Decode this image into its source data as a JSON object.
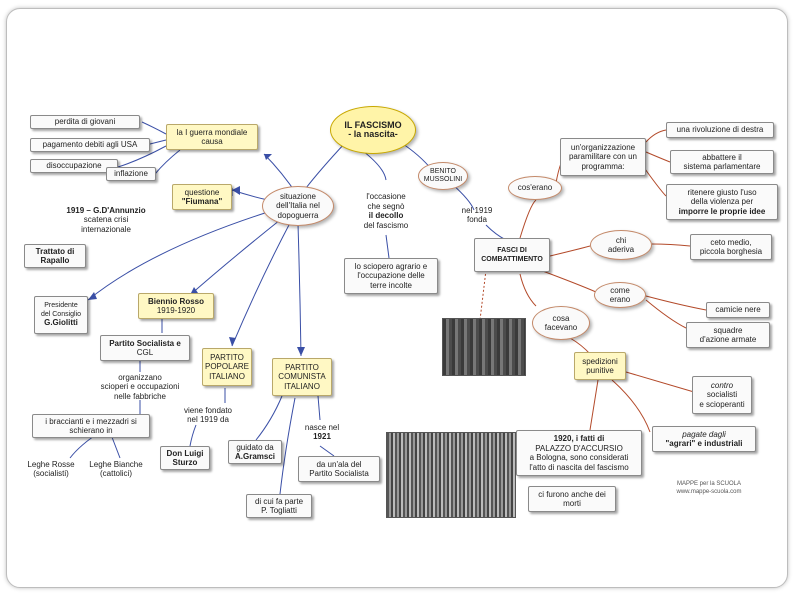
{
  "center": {
    "line1": "IL FASCISMO",
    "line2": "- la nascita-"
  },
  "causes": {
    "war": {
      "line1": "la I guerra mondiale",
      "line2": "causa"
    },
    "items": [
      "perdita di giovani",
      "pagamento debiti agli USA",
      "disoccupazione",
      "inflazione"
    ]
  },
  "situation": {
    "l1": "situazione",
    "l2": "dell'Italia nel",
    "l3": "dopoguerra"
  },
  "fiume": {
    "l1": "questione",
    "l2": "\"Fiumana\""
  },
  "annunzio": {
    "l1": "1919 – G.D'Annunzio",
    "l2": "scatena crisi",
    "l3": "internazionale"
  },
  "rapallo": {
    "l1": "Trattato di",
    "l2": "Rapallo"
  },
  "giolitti": {
    "l1": "Presidente",
    "l2": "del Consiglio",
    "l3": "G.Giolitti"
  },
  "biennio": {
    "l1": "Biennio Rosso",
    "l2": "1919-1920"
  },
  "psi": {
    "l1": "Partito Socialista e",
    "l2": "CGL"
  },
  "organize": {
    "l1": "organizzano",
    "l2": "scioperi e occupazioni",
    "l3": "nelle fabbriche"
  },
  "braccianti": {
    "l1": "i braccianti e i mezzadri si",
    "l2": "schierano in"
  },
  "leghe_rosse": {
    "l1": "Leghe Rosse",
    "l2": "(socialisti)"
  },
  "leghe_bianche": {
    "l1": "Leghe Bianche",
    "l2": "(cattolici)"
  },
  "ppi": {
    "l1": "PARTITO",
    "l2": "POPOLARE",
    "l3": "ITALIANO"
  },
  "ppi_founded": {
    "l1": "viene fondato",
    "l2": "nel 1919 da"
  },
  "sturzo": {
    "l1": "Don Luigi",
    "l2": "Sturzo"
  },
  "pci": {
    "l1": "PARTITO",
    "l2": "COMUNISTA",
    "l3": "ITALIANO"
  },
  "gramsci": {
    "l1": "guidato da",
    "l2": "A.Gramsci"
  },
  "pci_born": {
    "l1": "nasce nel",
    "l2": "1921"
  },
  "pci_wing": {
    "l1": "da un'ala del",
    "l2": "Partito Socialista"
  },
  "togliatti": {
    "l1": "di cui fa parte",
    "l2": "P. Togliatti"
  },
  "occasion": {
    "l1": "l'occasione",
    "l2": "che segnò",
    "l3": "il decollo",
    "l4": "del fascismo"
  },
  "strike": {
    "l1": "lo sciopero agrario e",
    "l2": "l'occupazione delle",
    "l3": "terre incolte"
  },
  "mussolini": {
    "l1": "BENITO",
    "l2": "MUSSOLINI"
  },
  "founds": {
    "l1": "nel 1919",
    "l2": "fonda"
  },
  "fasci": {
    "l1": "FASCI DI",
    "l2": "COMBATTIMENTO"
  },
  "what_were": "cos'erano",
  "org": {
    "l1": "un'organizzazione",
    "l2": "paramilitare con un",
    "l3": "programma:"
  },
  "revolution": "una rivoluzione di destra",
  "parliament": {
    "l1": "abbattere il",
    "l2": "sistema parlamentare"
  },
  "violence": {
    "l1": "ritenere giusto l'uso",
    "l2": "della violenza per",
    "l3": "imporre le proprie idee"
  },
  "who": {
    "l1": "chi",
    "l2": "aderiva"
  },
  "middle": {
    "l1": "ceto medio,",
    "l2": "piccola borghesia"
  },
  "how": {
    "l1": "come",
    "l2": "erano"
  },
  "shirts": "camicie nere",
  "squads": {
    "l1": "squadre",
    "l2": "d'azione armate"
  },
  "did": {
    "l1": "cosa",
    "l2": "facevano"
  },
  "punitive": {
    "l1": "spedizioni",
    "l2": "punitive"
  },
  "against": {
    "l1": "contro",
    "l2": "socialisti",
    "l3": "e scioperanti"
  },
  "paid": {
    "l1": "pagate dagli",
    "l2": "\"agrari\" e industriali"
  },
  "accursio": {
    "l1": "1920, i fatti di",
    "l2": "PALAZZO D'ACCURSIO",
    "l3": "a Bologna, sono considerati",
    "l4": "l'atto di nascita del fascismo"
  },
  "deaths": {
    "l1": "ci furono anche dei",
    "l2": "morti"
  },
  "credit": {
    "l1": "MAPPE per la SCUOLA",
    "l2": "www.mappe-scuola.com"
  }
}
